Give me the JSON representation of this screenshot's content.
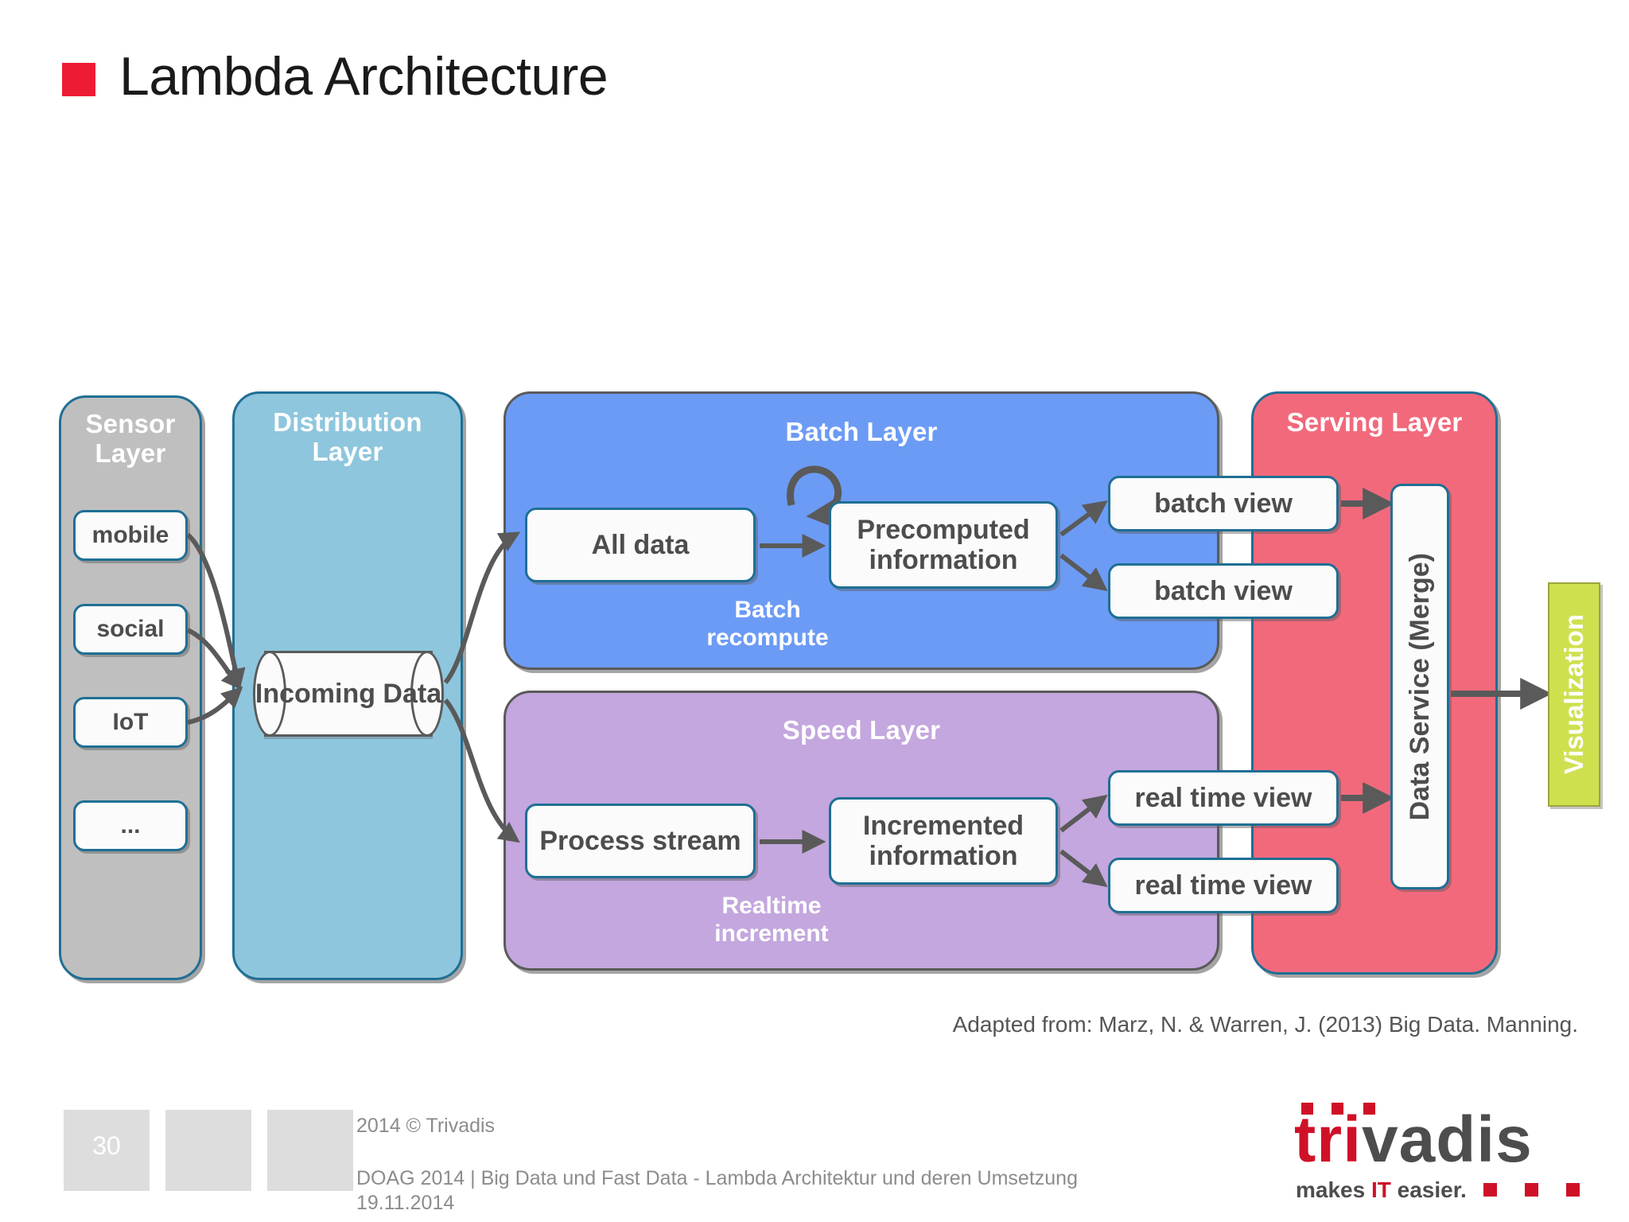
{
  "slide": {
    "title": "Lambda Architecture",
    "bullet_color": "#ed1c34",
    "attribution": "Adapted from: Marz, N. & Warren, J. (2013) Big Data. Manning."
  },
  "diagram": {
    "layers": [
      {
        "id": "sensor",
        "title": "Sensor\nLayer",
        "color": "#bfbfbf"
      },
      {
        "id": "distribution",
        "title": "Distribution\nLayer",
        "color": "#8ec6dd"
      },
      {
        "id": "batch",
        "title": "Batch Layer",
        "color": "#6c9bf5"
      },
      {
        "id": "speed",
        "title": "Speed Layer",
        "color": "#c3a7de"
      },
      {
        "id": "serving",
        "title": "Serving Layer",
        "color": "#f2697c"
      }
    ],
    "sensor_layer": {
      "title_line1": "Sensor",
      "title_line2": "Layer",
      "items": [
        {
          "label": "mobile"
        },
        {
          "label": "social"
        },
        {
          "label": "IoT"
        },
        {
          "label": "..."
        }
      ]
    },
    "distribution_layer": {
      "title_line1": "Distribution",
      "title_line2": "Layer",
      "node": "Incoming Data"
    },
    "batch_layer": {
      "title": "Batch Layer",
      "all_data": "All data",
      "precomputed": "Precomputed information",
      "flow_label": "Batch recompute",
      "views": [
        {
          "label": "batch view"
        },
        {
          "label": "batch view"
        }
      ]
    },
    "speed_layer": {
      "title": "Speed Layer",
      "process_stream": "Process stream",
      "incremented": "Incremented information",
      "flow_label": "Realtime increment",
      "views": [
        {
          "label": "real time view"
        },
        {
          "label": "real time view"
        }
      ]
    },
    "serving_layer": {
      "title": "Serving Layer",
      "data_service": "Data Service (Merge)"
    },
    "visualization": {
      "label": "Visualization",
      "color": "#cfe04f"
    }
  },
  "footer": {
    "page_number": "30",
    "copyright": "2014 © Trivadis",
    "line2": "DOAG 2014 | Big Data und Fast Data - Lambda Architektur und deren Umsetzung",
    "line3": "19.11.2014"
  },
  "logo": {
    "word_red": "tri",
    "word_grey": "vadis",
    "tagline_pre": "makes ",
    "tagline_it": "IT",
    "tagline_post": " easier."
  }
}
